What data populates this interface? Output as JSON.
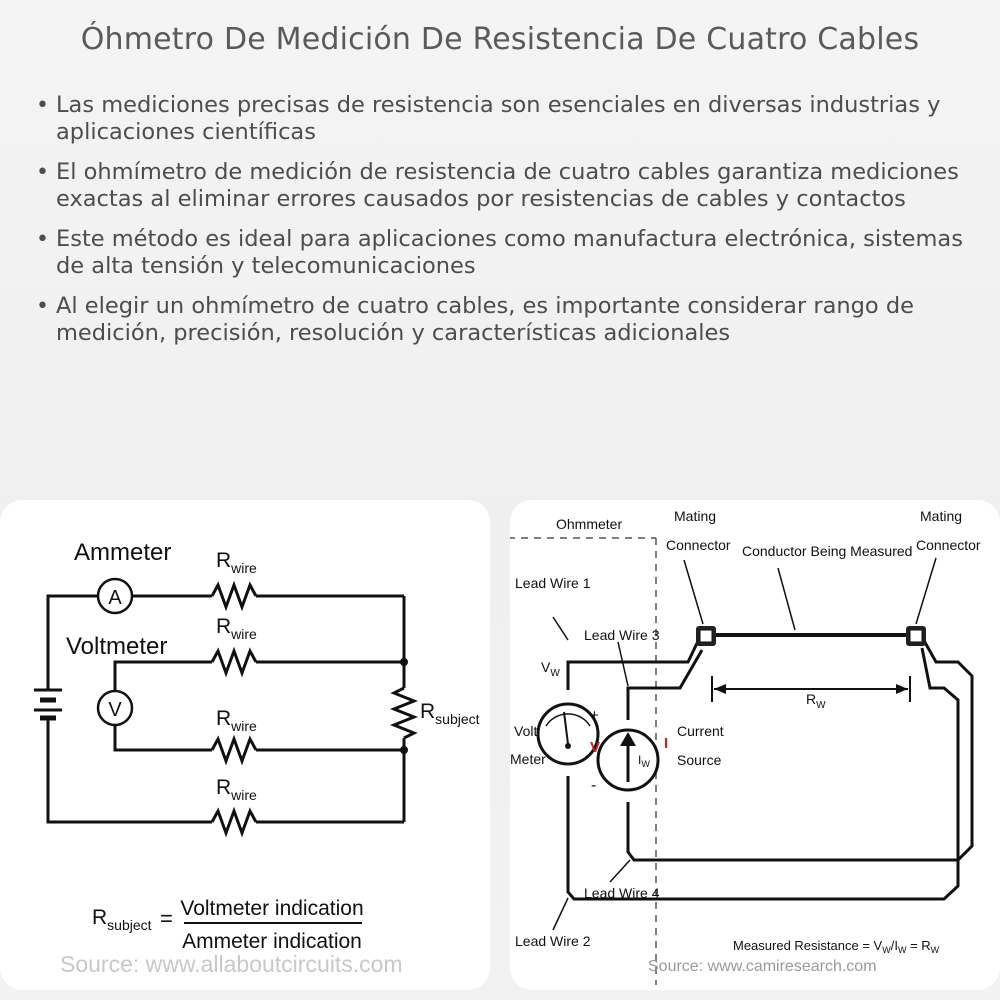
{
  "title": "Óhmetro De Medición De Resistencia De Cuatro Cables",
  "bullets": [
    "Las mediciones precisas de resistencia son esenciales en diversas industrias y aplicaciones científicas",
    "El ohmímetro de medición de resistencia de cuatro cables garantiza mediciones exactas al eliminar errores causados por resistencias de cables y contactos",
    "Este método es ideal para aplicaciones como manufactura electrónica, sistemas de alta tensión y telecomunicaciones",
    "Al elegir un ohmímetro de cuatro cables, es importante considerar rango de medición, precisión, resolución y características adicionales"
  ],
  "left_diagram": {
    "ammeter_label": "Ammeter",
    "voltmeter_label": "Voltmeter",
    "ammeter_symbol": "A",
    "voltmeter_symbol": "V",
    "r_base": "R",
    "wire_sub": "wire",
    "subject_sub": "subject",
    "formula_equals": "=",
    "formula_numerator": "Voltmeter indication",
    "formula_denominator": "Ammeter indication",
    "source": "Source: www.allaboutcircuits.com"
  },
  "right_diagram": {
    "ohmmeter": "Ohmmeter",
    "mating": "Mating",
    "connector": "Connector",
    "conductor": "Conductor Being Measured",
    "lead1": "Lead Wire 1",
    "lead2": "Lead Wire 2",
    "lead3": "Lead Wire 3",
    "lead4": "Lead Wire 4",
    "vw": "V",
    "vw_sub": "W",
    "volt": "Volt",
    "meter": "Meter",
    "plus": "+",
    "minus": "-",
    "v_red": "V",
    "i_red": "I",
    "iw": "I",
    "iw_sub": "W",
    "current": "Current",
    "source_word": "Source",
    "rw": "R",
    "rw_sub": "W",
    "measured": "Measured Resistance = V",
    "measured_sub1": "W",
    "measured_slash": "/I",
    "measured_sub2": "W",
    "measured_eq": " = R",
    "measured_sub3": "W",
    "source": "Source: www.camiresearch.com"
  },
  "colors": {
    "accent_red": "#cc2222",
    "text": "#4d4d4d",
    "line": "#111111"
  }
}
